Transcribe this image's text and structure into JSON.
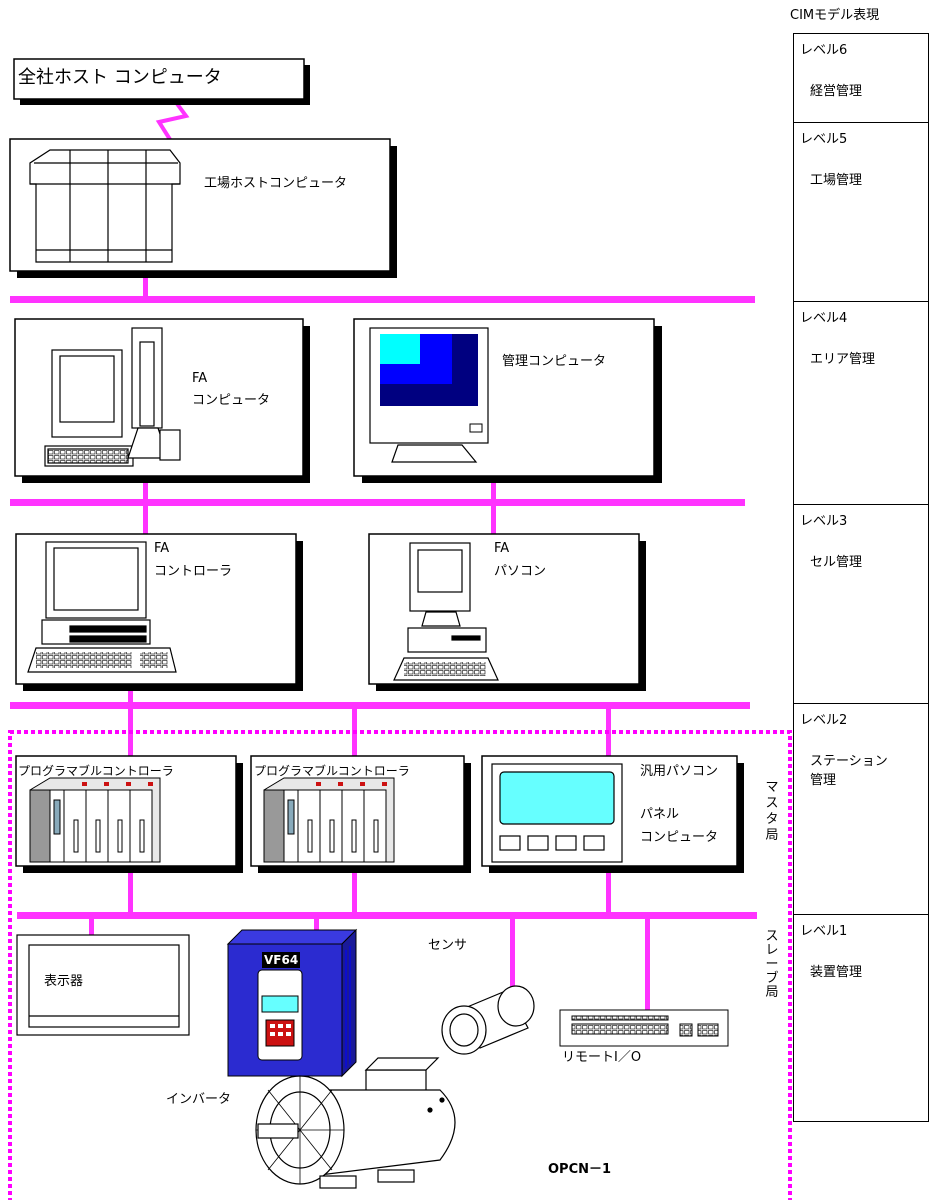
{
  "cim_title": "CIMモデル表現",
  "levels": [
    {
      "name": "レベル6",
      "desc": "経営管理"
    },
    {
      "name": "レベル5",
      "desc": "工場管理"
    },
    {
      "name": "レベル4",
      "desc": "エリア管理"
    },
    {
      "name": "レベル3",
      "desc": "セル管理"
    },
    {
      "name": "レベル2",
      "desc_line1": "ステーション",
      "desc_line2": "管理"
    },
    {
      "name": "レベル1",
      "desc": "装置管理"
    }
  ],
  "labels": {
    "corporate_host": "全社ホスト コンピュータ",
    "factory_host": "工場ホストコンピュータ",
    "fa_computer_line1": "FA",
    "fa_computer_line2": "コンピュータ",
    "mgmt_computer": "管理コンピュータ",
    "fa_controller_line1": "FA",
    "fa_controller_line2": "コントローラ",
    "fa_pc_line1": "FA",
    "fa_pc_line2": "パソコン",
    "plc1": "プログラマブルコントローラ",
    "plc2": "プログラマブルコントローラ",
    "general_pc": "汎用パソコン",
    "panel_line1": "パネル",
    "panel_line2": "コンピュータ",
    "master_station": "マスタ局",
    "slave_station": "スレーブ局",
    "display": "表示器",
    "sensor": "センサ",
    "remote_io": "リモートI／O",
    "inverter": "インバータ",
    "inverter_brand": "VF64",
    "network": "OPCN－1"
  },
  "colors": {
    "bus": "#ff33ff",
    "dotted_border": "#ff00ff",
    "inverter_body": "#2b2bd0",
    "inverter_dark": "#1a1a99",
    "screen_dark": "#000080",
    "screen_mid": "#0000ff",
    "screen_light": "#00ffff",
    "panel_screen": "#66ffff",
    "keypad_red": "#cc1111"
  }
}
